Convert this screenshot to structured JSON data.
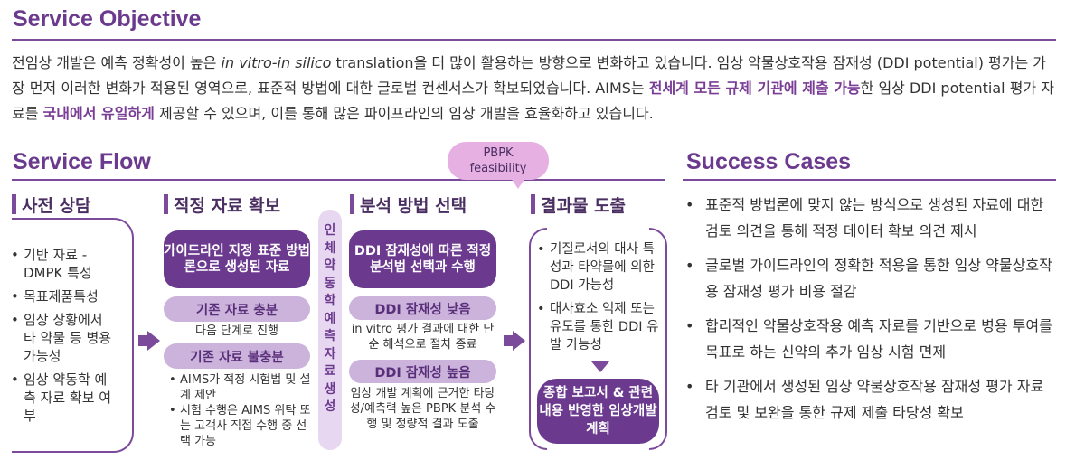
{
  "objective": {
    "title": "Service Objective",
    "p1": "전임상 개발은 예측 정확성이 높은 ",
    "p1_italic": "in vitro-in silico",
    "p2": " translation을 더 많이 활용하는 방향으로 변화하고 있습니다. 임상 약물상호작용 잠재성 (DDI potential) 평가는 가장 먼저 이러한 변화가 적용된  영역으로, 표준적 방법에 대한 글로벌 컨센서스가 확보되었습니다. AIMS는 ",
    "p2_em": "전세계 모든 규제 기관에 제출 가능",
    "p3": "한 임상 DDI potential 평가 자료를 ",
    "p3_em": "국내에서 유일하게",
    "p4": " 제공할 수 있으며, 이를 통해 많은 파이프라인의 임상 개발을 효율화하고 있습니다."
  },
  "flow": {
    "title": "Service Flow",
    "bubble_l1": "PBPK",
    "bubble_l2": "feasibility",
    "vbar_text": "인체약동학 예측자료 생성",
    "step1": {
      "title": "사전 상담",
      "items": [
        "기반 자료 - DMPK 특성",
        "목표제품특성",
        "임상 상황에서 타 약물 등 병용 가능성",
        "임상 약동학 예측 자료 확보 여부"
      ]
    },
    "step2": {
      "title": "적정 자료 확보",
      "box_dark": "가이드라인 지정 표준 방법론으로 생성된 자료",
      "box_sufficient": "기존 자료 충분",
      "sufficient_desc": "다음 단계로 진행",
      "box_insufficient": "기존 자료 불충분",
      "insufficient_items": [
        "AIMS가 적정 시험법 및 설계 제안",
        "시험 수행은 AIMS 위탁 또는 고객사 직접 수행 중 선택 가능"
      ]
    },
    "step3": {
      "title": "분석 방법 선택",
      "box_dark": "DDI 잠재성에 따른 적정 분석법 선택과 수행",
      "box_low": "DDI 잠재성 낮음",
      "low_desc": "in vitro 평가 결과에 대한 단순 해석으로 절차 종료",
      "box_high": "DDI 잠재성 높음",
      "high_desc": "임상 개발 계획에 근거한 타당성/예측력 높은 PBPK 분석 수행 및 정량적 결과 도출"
    },
    "step4": {
      "title": "결과물 도출",
      "items": [
        "기질로서의 대사 특성과 타약물에 의한 DDI 가능성",
        "대사효소 억제 또는 유도를 통한 DDI 유발 가능성"
      ],
      "result": "종합 보고서 & 관련 내용 반영한 임상개발계획"
    }
  },
  "cases": {
    "title": "Success Cases",
    "items": [
      "표준적 방법론에 맞지 않는 방식으로 생성된 자료에 대한 검토 의견을 통해 적정 데이터 확보 의견 제시",
      "글로벌 가이드라인의 정확한 적용을 통한 임상 약물상호작용 잠재성 평가 비용 절감",
      "합리적인 약물상호작용 예측 자료를 기반으로 병용 투여를 목표로 하는 신약의 추가 임상 시험 면제",
      "타 기관에서 생성된 임상 약물상호작용 잠재성 평가 자료 검토 및 보완을 통한 규제 제출 타당성 확보"
    ]
  },
  "colors": {
    "accent": "#6b3a8e",
    "light": "#cbb3dc",
    "bubble": "#e6b0e2"
  }
}
